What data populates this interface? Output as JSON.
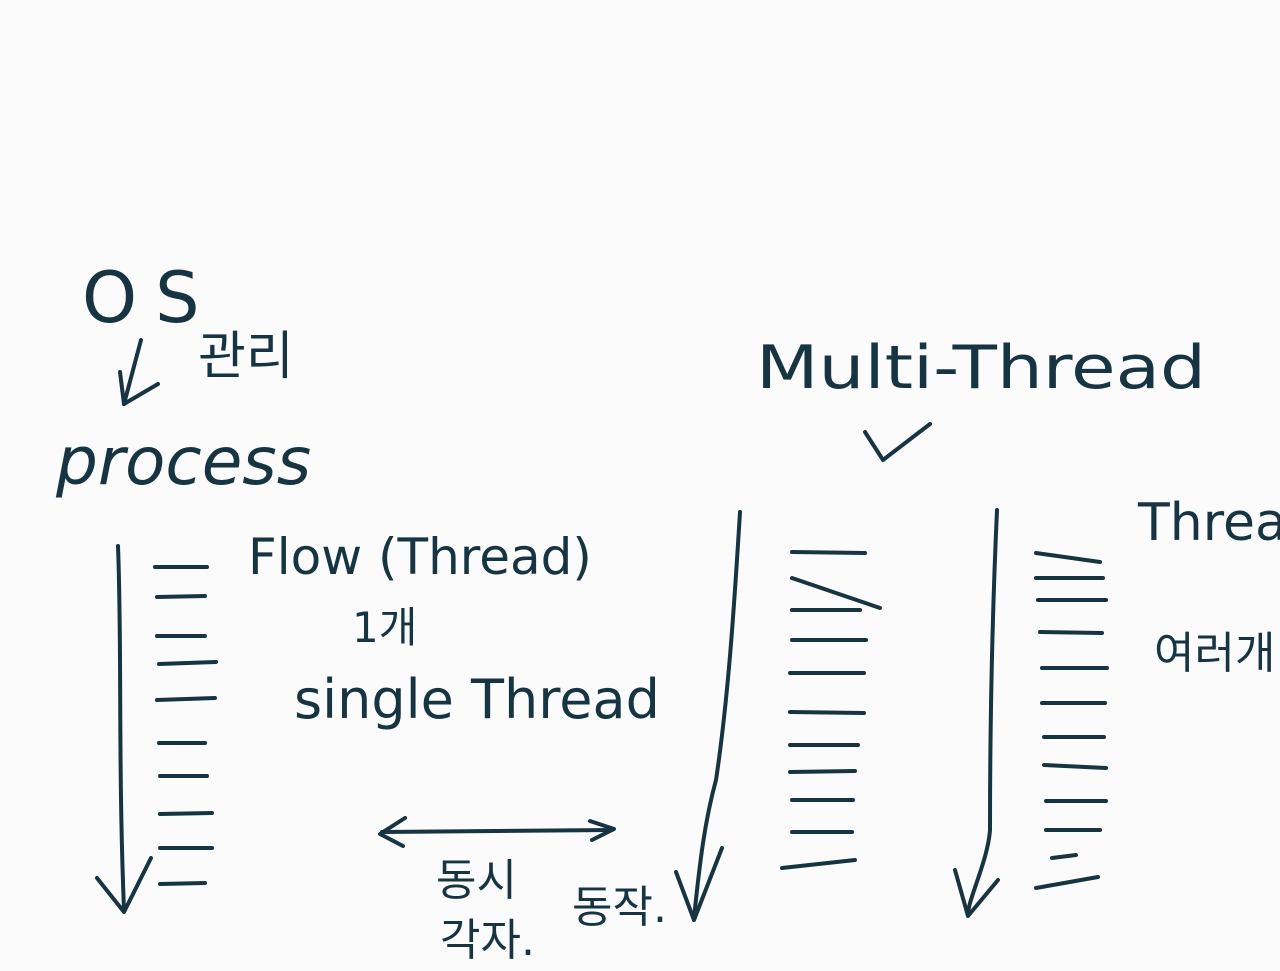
{
  "ink_color": "#163441",
  "background_color": "#fbfbfb",
  "labels": {
    "os": "OS",
    "manage": "관리",
    "process": "process",
    "flow_thread": "Flow (Thread)",
    "one_count": "1개",
    "single_thread": "single Thread",
    "multi_thread": "Multi-Thread",
    "thread": "Thread",
    "several": "여러개",
    "simultaneous": "동시",
    "each": "각자.",
    "operation": "동작."
  }
}
